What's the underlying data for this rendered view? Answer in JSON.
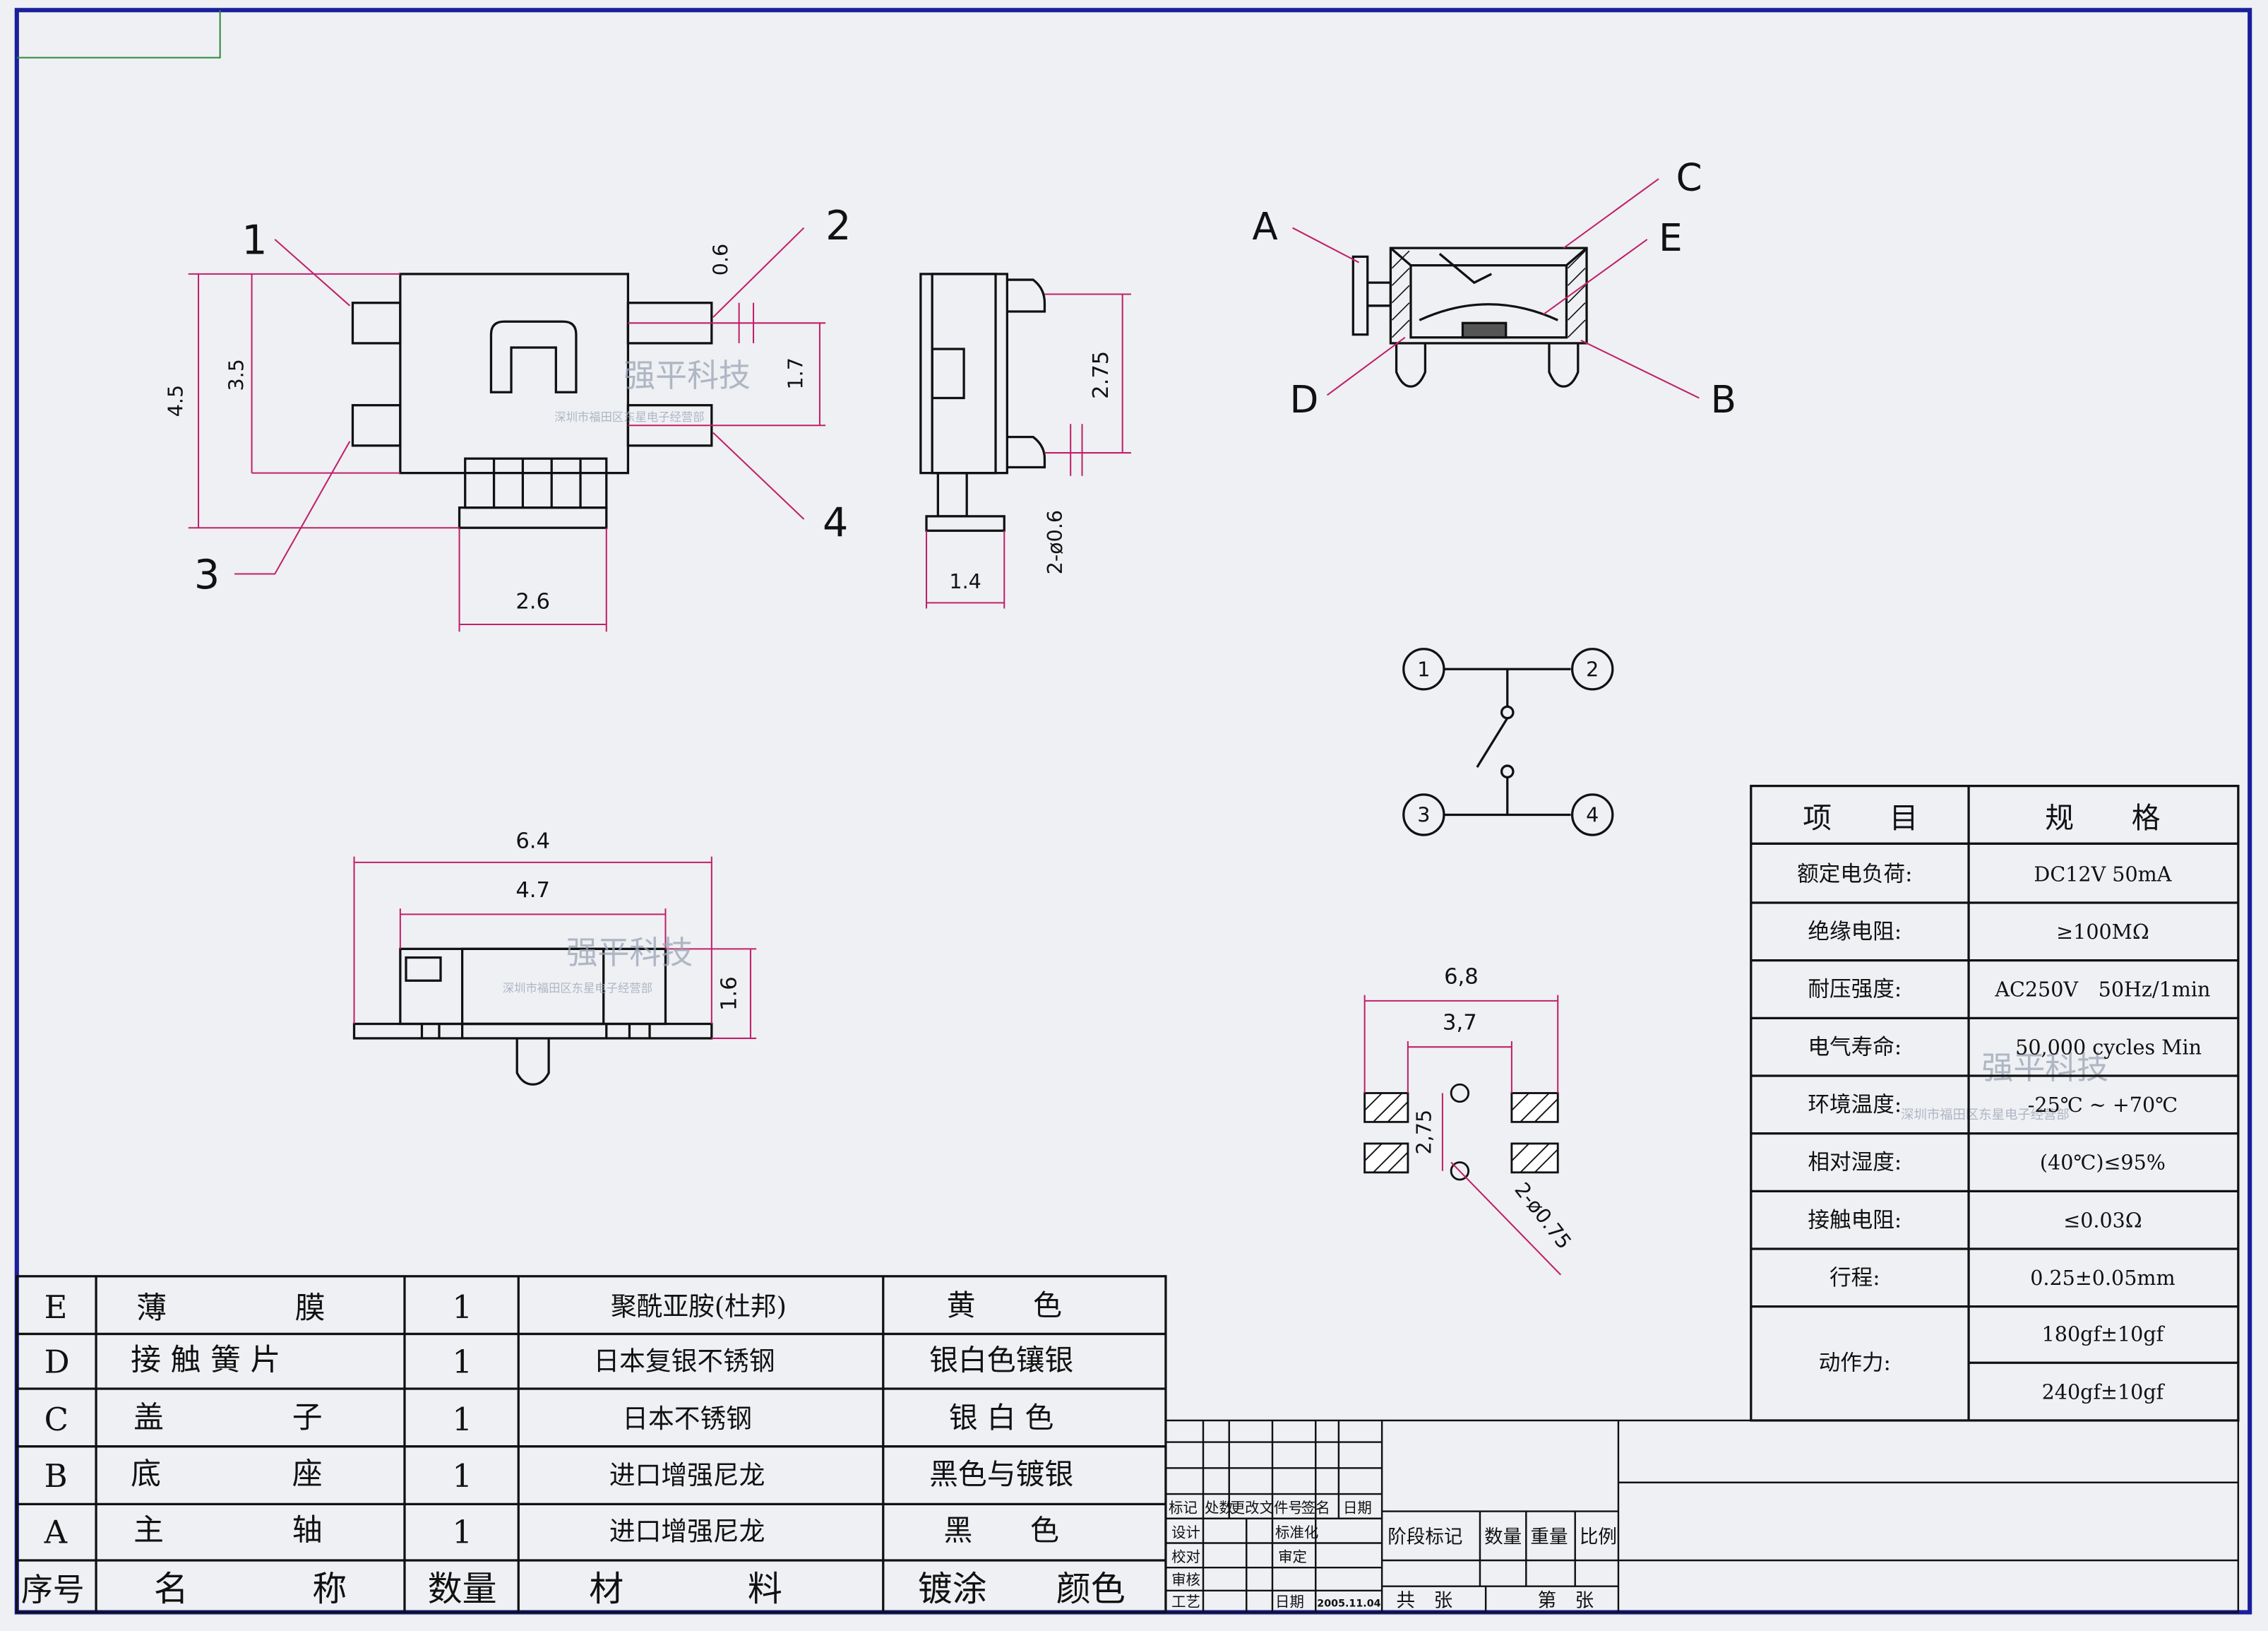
{
  "colors": {
    "frame": "#1a1f9c",
    "line": "#111111",
    "dim": "#c0206a",
    "paper": "#eef0f3",
    "watermark": "#9aa3b5"
  },
  "views": {
    "top": {
      "pins": [
        "1",
        "2",
        "3",
        "4"
      ],
      "dims": {
        "d45": "4.5",
        "d35": "3.5",
        "d06": "0.6",
        "d17": "1.7",
        "d26": "2.6"
      }
    },
    "side": {
      "dims": {
        "d275": "2.75",
        "d14": "1.4",
        "d2phi06": "2-ø0.6"
      }
    },
    "section": {
      "labels": [
        "A",
        "B",
        "C",
        "D",
        "E"
      ]
    },
    "bottom": {
      "dims": {
        "d64": "6.4",
        "d47": "4.7",
        "d16": "1.6"
      }
    },
    "schematic": {
      "nodes": [
        "1",
        "2",
        "3",
        "4"
      ]
    },
    "footprint": {
      "dims": {
        "d68": "6,8",
        "d37": "3,7",
        "d275": "2,75",
        "d2phi075": "2-ø0.75"
      }
    }
  },
  "watermark": {
    "name": "强平科技",
    "sub": "深圳市福田区东星电子经营部"
  },
  "spec_table": {
    "header": [
      "项　　目",
      "规　　格"
    ],
    "rows": [
      {
        "item": "额定电负荷:",
        "spec": "DC12V 50mA"
      },
      {
        "item": "绝缘电阻:",
        "spec": "≥100MΩ"
      },
      {
        "item": "耐压强度:",
        "spec": "AC250V　50Hz/1min"
      },
      {
        "item": "电气寿命:",
        "spec": "50,000 cycles Min"
      },
      {
        "item": "环境温度:",
        "spec": "-25℃ ~ +70℃"
      },
      {
        "item": "相对湿度:",
        "spec": "(40℃)≤95%"
      },
      {
        "item": "接触电阻:",
        "spec": "≤0.03Ω"
      },
      {
        "item": "行程:",
        "spec": "0.25±0.05mm"
      }
    ],
    "force": {
      "item": "动作力:",
      "specs": [
        "180gf±10gf",
        "240gf±10gf"
      ]
    }
  },
  "parts_table": {
    "rows": [
      {
        "id": "E",
        "name": [
          "薄",
          "膜"
        ],
        "qty": "1",
        "material": "聚酰亚胺(杜邦)",
        "finish": "黄　　色"
      },
      {
        "id": "D",
        "name": [
          "接 触 簧 片",
          ""
        ],
        "qty": "1",
        "material": "日本复银不锈钢",
        "finish": "银白色镶银"
      },
      {
        "id": "C",
        "name": [
          "盖",
          "子"
        ],
        "qty": "1",
        "material": "日本不锈钢",
        "finish": "银 白 色"
      },
      {
        "id": "B",
        "name": [
          "底",
          "座"
        ],
        "qty": "1",
        "material": "进口增强尼龙",
        "finish": "黑色与镀银"
      },
      {
        "id": "A",
        "name": [
          "主",
          "轴"
        ],
        "qty": "1",
        "material": "进口增强尼龙",
        "finish": "黑　　色"
      }
    ],
    "footer": {
      "id": "序号",
      "name": [
        "名",
        "称"
      ],
      "qty": "数量",
      "material": [
        "材",
        "料"
      ],
      "finish": [
        "镀涂",
        "颜色"
      ]
    }
  },
  "title_block": {
    "rev_row": [
      "标记",
      "处数",
      "更改文件号",
      "签名",
      "日期"
    ],
    "roles": [
      "设计",
      "校对",
      "审核",
      "工艺"
    ],
    "approvals": [
      "标准化",
      "审定",
      "日期"
    ],
    "date": "2005.11.04",
    "stage": [
      "阶段标记",
      "数量",
      "重量",
      "比例"
    ],
    "sheets": [
      "共　张",
      "第　张"
    ]
  }
}
